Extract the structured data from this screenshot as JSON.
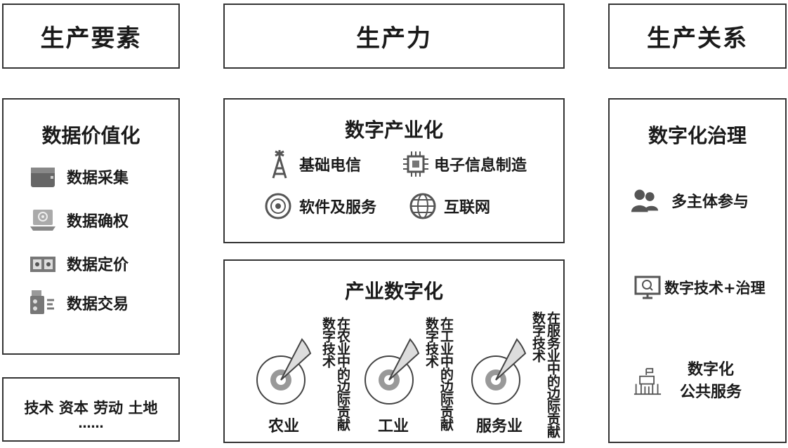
{
  "columns": {
    "elements": "生产要素",
    "productivity": "生产力",
    "relations": "生产关系"
  },
  "left": {
    "title": "数据价值化",
    "items": [
      "数据采集",
      "数据确权",
      "数据定价",
      "数据交易"
    ],
    "icons": [
      "folder-icon",
      "laptop-rights-icon",
      "price-tag-icon",
      "exchange-icon"
    ]
  },
  "factors": {
    "line1": "技术 资本 劳动 土地",
    "line2": "……"
  },
  "industrialization": {
    "title": "数字产业化",
    "items": [
      "基础电信",
      "电子信息制造",
      "软件及服务",
      "互联网"
    ],
    "icons": [
      "tower-icon",
      "chip-icon",
      "disc-icon",
      "globe-icon"
    ]
  },
  "digitalization": {
    "title": "产业数字化",
    "sectors": [
      {
        "label": "农业",
        "col1": "数字技术",
        "col2": "在农业中的边际贡献"
      },
      {
        "label": "工业",
        "col1": "数字技术",
        "col2": "在工业中的边际贡献"
      },
      {
        "label": "服务业",
        "col1": "数字技术",
        "col2": "在服务业中的边际贡献"
      }
    ]
  },
  "governance": {
    "title": "数字化治理",
    "items": [
      "多主体参与",
      "数字技术+治理",
      "数字化",
      "公共服务"
    ],
    "icons": [
      "people-icon",
      "monitor-search-icon",
      "public-building-icon"
    ]
  }
}
